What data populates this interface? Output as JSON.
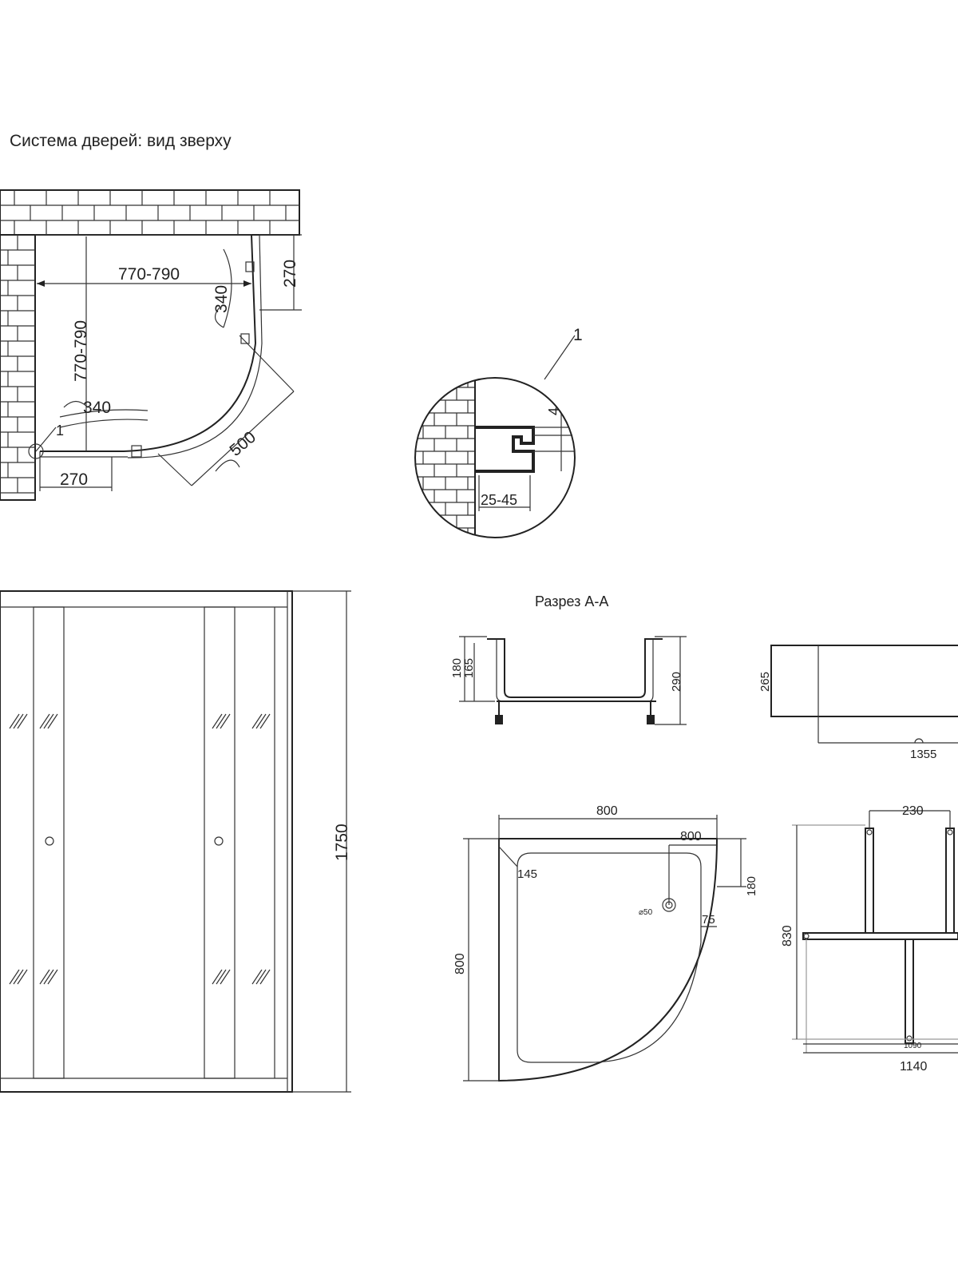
{
  "top_view": {
    "title": "Система дверей: вид зверху",
    "width_dim": "770-790",
    "depth_dim": "770-790",
    "door_arc_top": "340",
    "door_arc_left": "340",
    "side_top_dim": "270",
    "side_bottom_dim": "270",
    "door_opening_dim": "500",
    "callout_marker": "1"
  },
  "detail": {
    "callout_label": "1",
    "gap_dim": "4",
    "profile_dim": "25-45"
  },
  "front_view": {
    "height_dim": "1750"
  },
  "section": {
    "title": "Разрез А-А",
    "dim_180": "180",
    "dim_165": "165",
    "dim_290": "290"
  },
  "side_view": {
    "height_dim": "265",
    "length_dim": "1355"
  },
  "tray_plan": {
    "width_top": "800",
    "drain_offset": "800",
    "height_left": "800",
    "corner_dim": "145",
    "drain_dim_180": "180",
    "edge_dim_75": "75",
    "drain_diameter": "⌀50"
  },
  "frame_plan": {
    "top_dim": "230",
    "height_dim": "830",
    "inner_dim": "1090",
    "width_dim": "1140"
  }
}
